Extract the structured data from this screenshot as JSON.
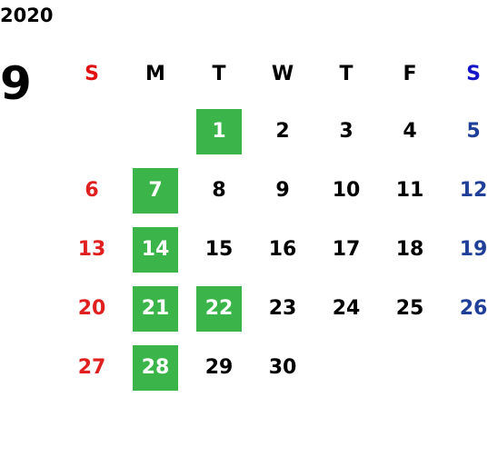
{
  "calendar": {
    "year": "2020",
    "month": "9",
    "weekdays": [
      "S",
      "M",
      "T",
      "W",
      "T",
      "F",
      "S"
    ],
    "colors": {
      "highlight": "#3bb54a",
      "sunday": "#e0201f",
      "saturday": "#1f3f98",
      "weekday": "#000000"
    },
    "weeks": [
      [
        {
          "day": "",
          "highlight": false
        },
        {
          "day": "",
          "highlight": false
        },
        {
          "day": "1",
          "highlight": true
        },
        {
          "day": "2",
          "highlight": false
        },
        {
          "day": "3",
          "highlight": false
        },
        {
          "day": "4",
          "highlight": false
        },
        {
          "day": "5",
          "highlight": false
        }
      ],
      [
        {
          "day": "6",
          "highlight": false
        },
        {
          "day": "7",
          "highlight": true
        },
        {
          "day": "8",
          "highlight": false
        },
        {
          "day": "9",
          "highlight": false
        },
        {
          "day": "10",
          "highlight": false
        },
        {
          "day": "11",
          "highlight": false
        },
        {
          "day": "12",
          "highlight": false
        }
      ],
      [
        {
          "day": "13",
          "highlight": false
        },
        {
          "day": "14",
          "highlight": true
        },
        {
          "day": "15",
          "highlight": false
        },
        {
          "day": "16",
          "highlight": false
        },
        {
          "day": "17",
          "highlight": false
        },
        {
          "day": "18",
          "highlight": false
        },
        {
          "day": "19",
          "highlight": false
        }
      ],
      [
        {
          "day": "20",
          "highlight": false
        },
        {
          "day": "21",
          "highlight": true
        },
        {
          "day": "22",
          "highlight": true
        },
        {
          "day": "23",
          "highlight": false
        },
        {
          "day": "24",
          "highlight": false
        },
        {
          "day": "25",
          "highlight": false
        },
        {
          "day": "26",
          "highlight": false
        }
      ],
      [
        {
          "day": "27",
          "highlight": false
        },
        {
          "day": "28",
          "highlight": true
        },
        {
          "day": "29",
          "highlight": false
        },
        {
          "day": "30",
          "highlight": false
        },
        {
          "day": "",
          "highlight": false
        },
        {
          "day": "",
          "highlight": false
        },
        {
          "day": "",
          "highlight": false
        }
      ]
    ]
  }
}
